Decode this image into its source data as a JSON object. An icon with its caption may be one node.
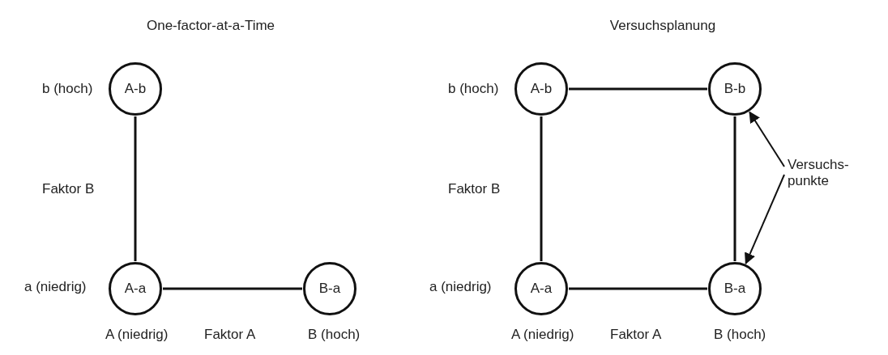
{
  "diagram": {
    "nodes": [
      {
        "text": [
          "A-b"
        ]
      },
      {
        "text": [
          "A-a"
        ]
      },
      {
        "text": [
          "B-a"
        ]
      },
      {
        "text": [
          "A-b"
        ]
      },
      {
        "text": [
          "B-b"
        ]
      },
      {
        "text": [
          "A-a"
        ]
      },
      {
        "text": [
          "B-a"
        ]
      },
      {
        "text": [
          "Versuchs- punkte"
        ]
      }
    ],
    "edges": [
      {
        "from": 0,
        "to": 1,
        "arrow": "none"
      },
      {
        "from": 1,
        "to": 2,
        "arrow": "none"
      },
      {
        "from": 3,
        "to": 4,
        "arrow": "none"
      },
      {
        "from": 3,
        "to": 5,
        "arrow": "none"
      },
      {
        "from": 4,
        "to": 6,
        "arrow": "none"
      },
      {
        "from": 5,
        "to": 6,
        "arrow": "none"
      },
      {
        "from": 7,
        "to": 4,
        "arrow": "to"
      },
      {
        "from": 7,
        "to": 6,
        "arrow": "to"
      }
    ],
    "labels": [
      "One-factor-at-a-Time",
      "b (hoch)",
      "Faktor B",
      "a (niedrig)",
      "A (niedrig)",
      "Faktor A",
      "B (hoch)",
      "Versuchsplanung",
      "b (hoch)",
      "Faktor B",
      "a (niedrig)",
      "A (niedrig)",
      "Faktor A",
      "B (hoch)"
    ]
  }
}
